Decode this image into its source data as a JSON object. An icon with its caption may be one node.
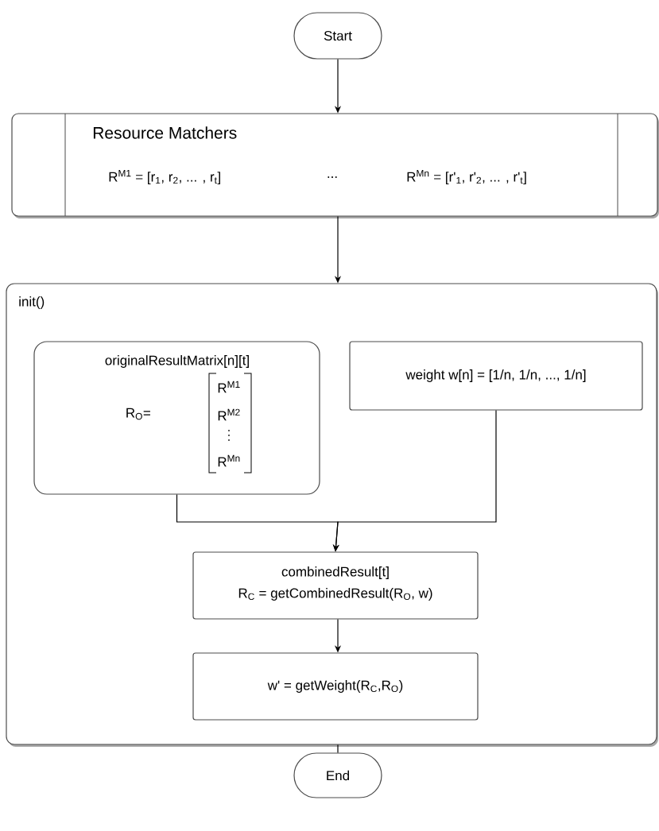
{
  "diagram": {
    "nodes": [
      {
        "text": [
          "Start"
        ]
      },
      {
        "text": [
          "Resource Matchers",
          "R$^{M1}$ = [r$_{1}$, r$_{2}$, ... , r$_{t}$]",
          "...",
          "R$^{Mn}$ = [r'$_{1}$, r'$_{2}$, ... , r'$_{t}$]"
        ]
      },
      {
        "text": [
          "init()"
        ]
      },
      {
        "text": [
          "originalResultMatrix[n][t]",
          "R$_{O}$=",
          "R$^{M1}$",
          "R$^{M2}$",
          "R$^{Mn}$"
        ],
        "in": 2
      },
      {
        "text": [
          "weight w[n] = [1/n, 1/n, ..., 1/n]"
        ],
        "in": 2
      },
      {
        "text": [
          "combinedResult[t]",
          "R$_{C}$ = getCombinedResult(R$_{O}$, w)"
        ],
        "in": 2
      },
      {
        "text": [
          "w' = getWeight(R$_{C}$,R$_{O}$)"
        ],
        "in": 2
      },
      {
        "text": [
          "End"
        ]
      }
    ],
    "edges": [
      {
        "from": 0,
        "to": 1,
        "arrow": "to"
      },
      {
        "from": 1,
        "to": 2,
        "arrow": "to"
      },
      {
        "from": 3,
        "to": 5,
        "arrow": "to"
      },
      {
        "from": 4,
        "to": 5,
        "arrow": "to"
      },
      {
        "from": 5,
        "to": 6,
        "arrow": "to"
      },
      {
        "from": 2,
        "to": 7,
        "arrow": "none"
      }
    ]
  }
}
